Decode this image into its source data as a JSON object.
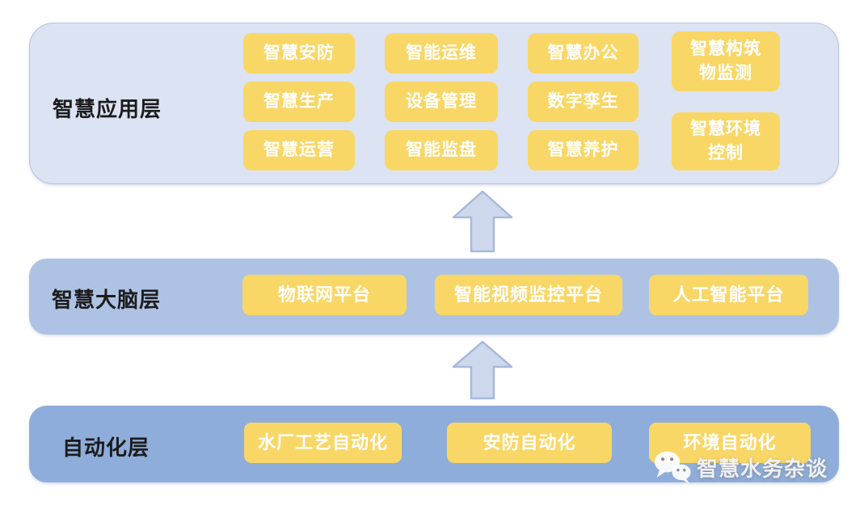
{
  "colors": {
    "panel_top_bg": "#dce3f2",
    "panel_top_border": "#b6c3de",
    "panel_mid_bg": "#aec3e3",
    "panel_bottom_bg": "#8fadda",
    "box_bg": "#f9d766",
    "box_text": "#ffffff",
    "arrow_fill": "#cdd8ec",
    "arrow_stroke": "#a8b9dc",
    "label_color": "#1c1c1c"
  },
  "app_layer": {
    "label": "智慧应用层",
    "columns": [
      {
        "boxes": [
          "智慧安防",
          "智慧生产",
          "智慧运营"
        ]
      },
      {
        "boxes": [
          "智能运维",
          "设备管理",
          "智能监盘"
        ]
      },
      {
        "boxes": [
          "智慧办公",
          "数字孪生",
          "智慧养护"
        ]
      },
      {
        "boxes": [
          "智慧构筑\n物监测",
          "智慧环境\n控制"
        ]
      }
    ]
  },
  "brain_layer": {
    "label": "智慧大脑层",
    "boxes": [
      "物联网平台",
      "智能视频监控平台",
      "人工智能平台"
    ]
  },
  "automation_layer": {
    "label": "自动化层",
    "boxes": [
      "水厂工艺自动化",
      "安防自动化",
      "环境自动化"
    ]
  },
  "watermark": {
    "icon": "wechat-logo",
    "text": "智慧水务杂谈"
  }
}
